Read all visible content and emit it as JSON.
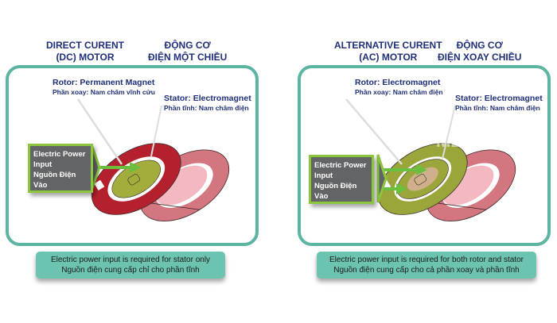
{
  "panels": [
    {
      "id": "dc",
      "title_en": [
        "DIRECT CURENT",
        "(DC) MOTOR"
      ],
      "title_vi": [
        "ĐỘNG CƠ",
        "ĐIỆN MỘT CHIỀU"
      ],
      "rotor_label": "Rotor: Permanent Magnet",
      "rotor_sub": "Phần xoay: Nam châm vĩnh cửu",
      "stator_label": "Stator: Electromagnet",
      "stator_sub": "Phần tĩnh: Nam châm điện",
      "power_box": [
        "Electric Power",
        "Input",
        "Nguồn Điện",
        "Vào"
      ],
      "caption": [
        "Electric power input is required for stator only",
        "Nguồn điện cung cấp chỉ cho phần tĩnh"
      ],
      "front_ring_color": "#b5202e",
      "rotor_color": "#a3ad3b"
    },
    {
      "id": "ac",
      "title_en": [
        "ALTERNATIVE CURENT",
        "(AC) MOTOR"
      ],
      "title_vi": [
        "ĐỘNG CƠ",
        "ĐIỆN XOAY CHIỀU"
      ],
      "rotor_label": "Rotor: Electromagnet",
      "rotor_sub": "Phần xoay: Nam châm điện",
      "stator_label": "Stator: Electromagnet",
      "stator_sub": "Phần tĩnh: Nam châm điện",
      "power_box": [
        "Electric Power",
        "Input",
        "Nguồn Điện",
        "Vào"
      ],
      "caption": [
        "Electric power input is required for both rotor and stator",
        "Nguồn điện cung cấp cho cả phần xoay và phần tĩnh"
      ],
      "front_ring_color": "#9aa53a",
      "rotor_color": "#9aa53a",
      "watermark": "META"
    }
  ],
  "colors": {
    "title": "#1f2f7a",
    "panel_border": "#5bb5a2",
    "caption_bg": "#6cc4b0",
    "arrow": "#6abf3f",
    "back_ring": "#d4767f",
    "inner_pink": "#f4b8c0"
  }
}
